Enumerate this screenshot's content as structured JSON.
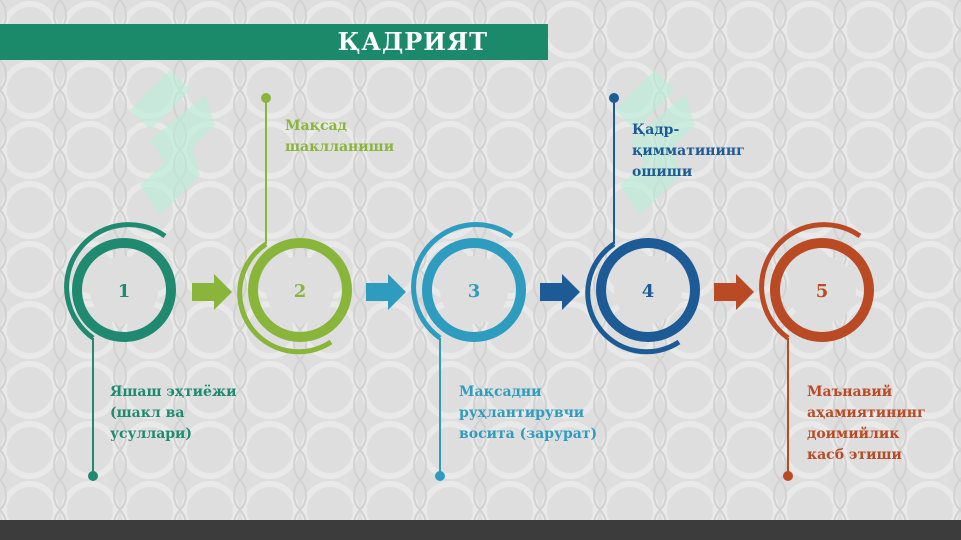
{
  "title": "ҚАДРИЯТ",
  "steps": [
    {
      "number": "1",
      "color": "#1f8a6f",
      "lines": [
        "Яшаш эҳтиёжи",
        "(шакл ва",
        "усуллари)"
      ]
    },
    {
      "number": "2",
      "color": "#8ab53b",
      "lines": [
        "Мақсад",
        "шаклланиши"
      ]
    },
    {
      "number": "3",
      "color": "#2e9cbf",
      "lines": [
        "Мақсадни",
        "руҳлантирувчи",
        "восита (зарурат)"
      ]
    },
    {
      "number": "4",
      "color": "#1c5b95",
      "lines": [
        "Қадр-",
        "қимматининг",
        "ошиши"
      ]
    },
    {
      "number": "5",
      "color": "#b94a24",
      "lines": [
        "Маънавий",
        "аҳамиятининг",
        "доимийлик",
        "касб этиши"
      ]
    }
  ],
  "arrow_colors": [
    "#8ab53b",
    "#2e9cbf",
    "#1c5b95",
    "#b94a24"
  ]
}
